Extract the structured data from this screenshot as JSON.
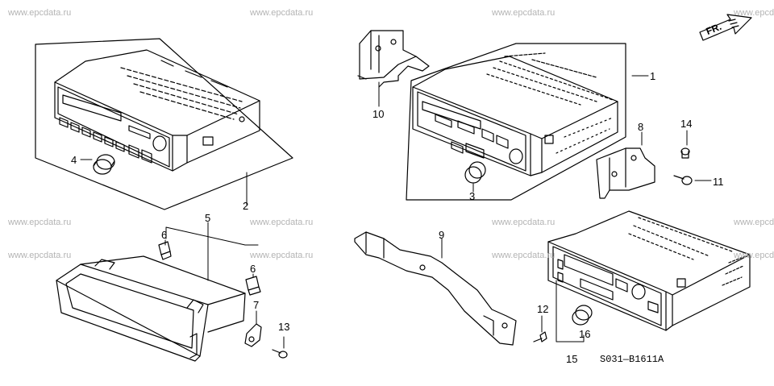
{
  "watermark": "www.epcdata.ru",
  "diagram_code": "S031—B1611A",
  "direction_label": "FR.",
  "callouts": [
    "1",
    "2",
    "3",
    "4",
    "5",
    "6",
    "6",
    "7",
    "8",
    "9",
    "10",
    "11",
    "12",
    "13",
    "14",
    "15",
    "16"
  ],
  "parts": [
    "radio-unit-assembly",
    "radio-unit-kit",
    "knob",
    "knob",
    "pocket",
    "clip",
    "clip",
    "bracket",
    "bracket",
    "bracket",
    "bracket",
    "screw",
    "screw",
    "screw",
    "screw",
    "radio-unit",
    "knob"
  ]
}
